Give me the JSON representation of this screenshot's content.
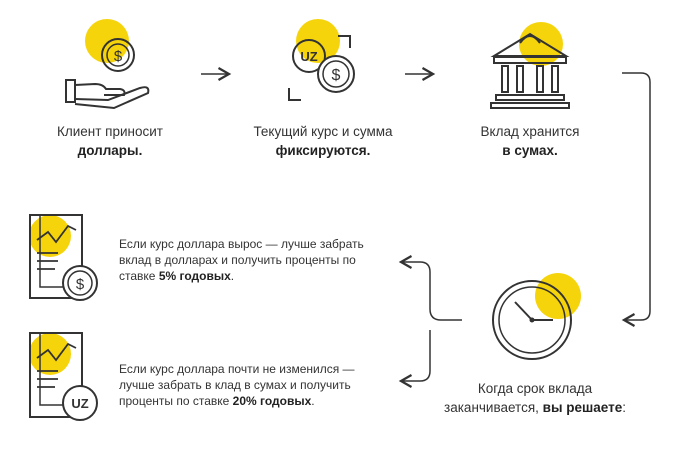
{
  "colors": {
    "accent": "#F5D40C",
    "line": "#333333",
    "text": "#333333"
  },
  "steps": [
    {
      "icon": "hand-coin-dollar-icon",
      "line1": "Клиент приносит",
      "line2": "доллары."
    },
    {
      "icon": "coins-uz-dollar-exchange-icon",
      "line1": "Текущий курс и сумма",
      "line2": "фиксируются."
    },
    {
      "icon": "bank-building-icon",
      "line1": "Вклад хранится",
      "line2": "в сумах."
    }
  ],
  "decision": {
    "icon": "clock-icon",
    "line1": "Когда срок вклада",
    "line2_normal": "заканчивается, ",
    "line2_bold": "вы решаете",
    "line2_end": ":"
  },
  "options": [
    {
      "icon": "document-chart-dollar-icon",
      "line1": "Если курс доллара вырос — лучше забрать",
      "line2": "вклад в долларах и получить проценты по",
      "line3_normal": "ставке ",
      "line3_bold": "5% годовых",
      "line3_end": "."
    },
    {
      "icon": "document-chart-uz-icon",
      "line1": "Если курс доллара почти не изменился —",
      "line2": "лучше забрать в клад в сумах и получить",
      "line3_normal": "проценты по ставке ",
      "line3_bold": "20% годовых",
      "line3_end": "."
    }
  ]
}
